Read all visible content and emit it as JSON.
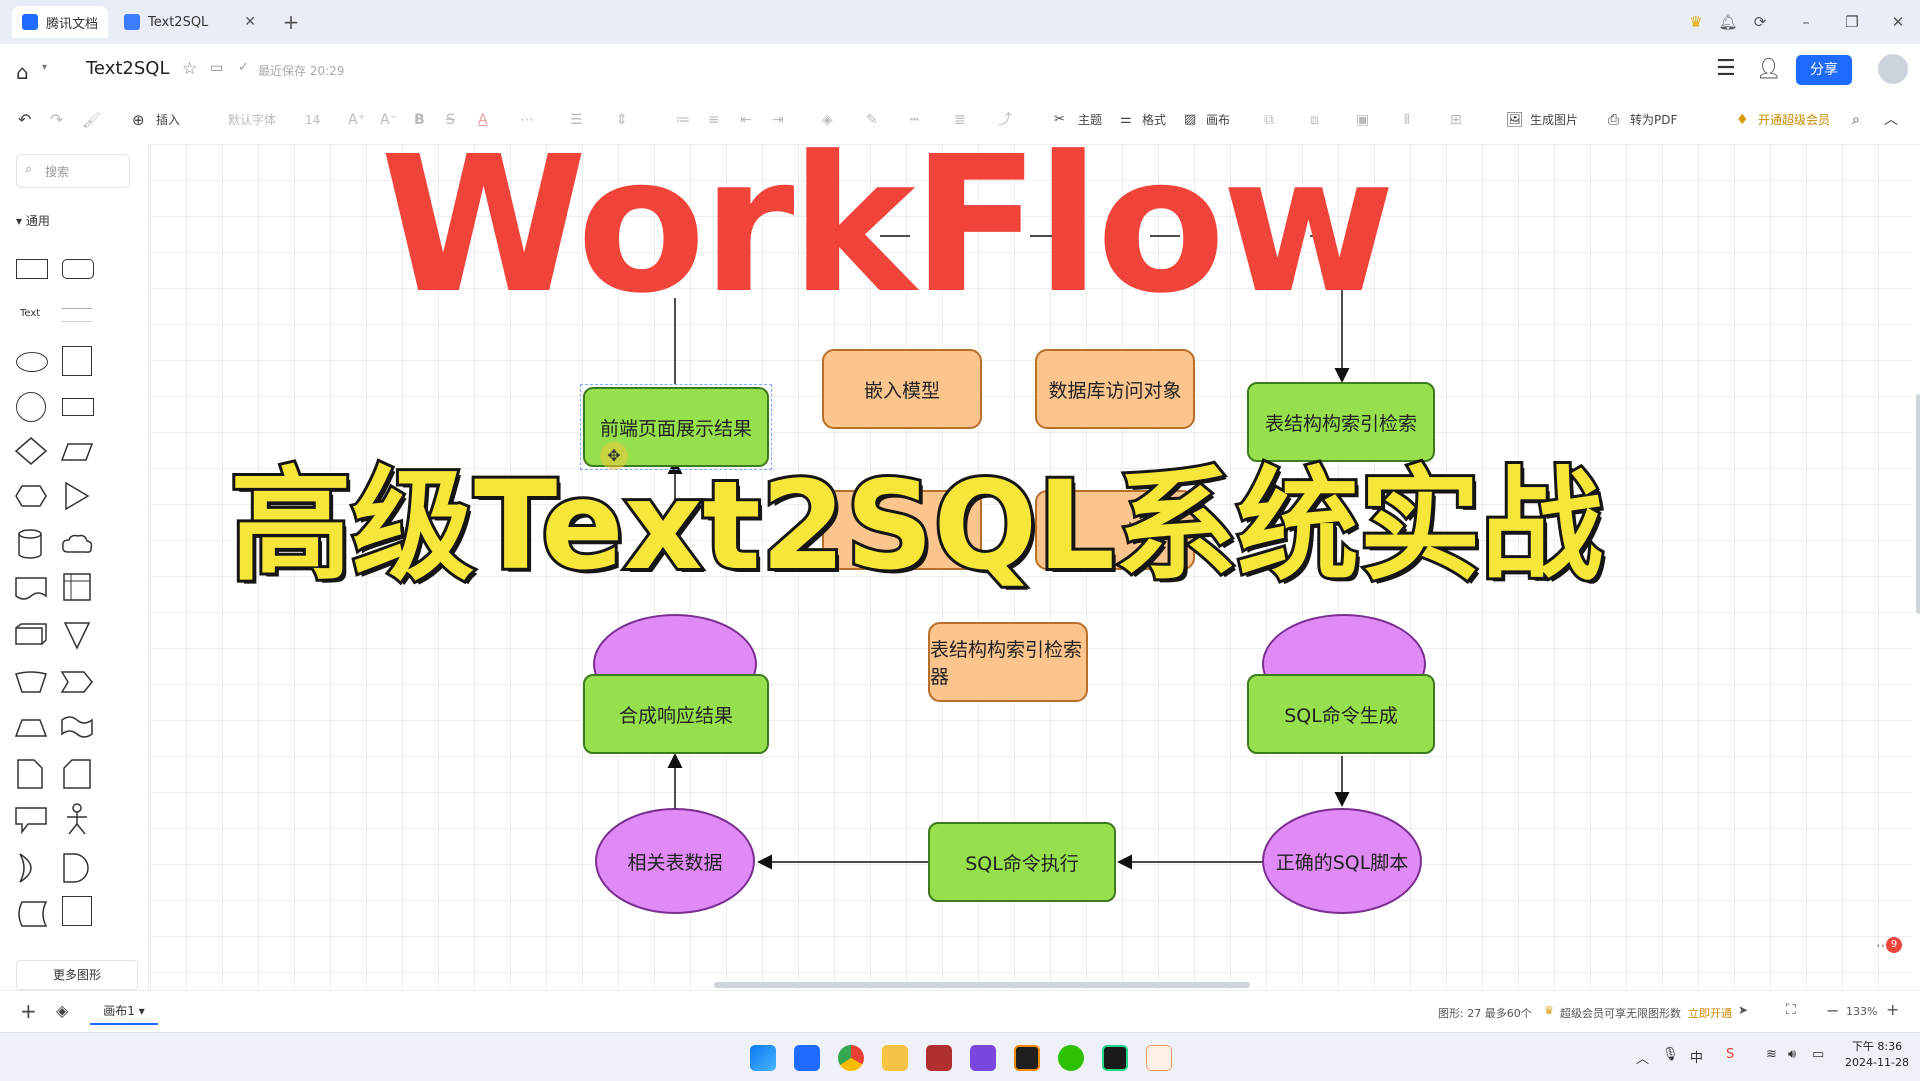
{
  "tabs": [
    {
      "label": "腾讯文档"
    },
    {
      "label": "Text2SQL"
    }
  ],
  "header": {
    "doc_title": "Text2SQL",
    "save_status": "最近保存 20:29",
    "share_label": "分享"
  },
  "toolbar": {
    "insert": "插入",
    "font": "默认字体",
    "font_size": "14",
    "theme": "主题",
    "format": "格式",
    "canvas": "画布",
    "gen_image": "生成图片",
    "to_pdf": "转为PDF",
    "vip": "开通超级会员"
  },
  "sidebar": {
    "search_placeholder": "搜索",
    "section": "通用",
    "text_shape": "Text",
    "more_shapes": "更多图形"
  },
  "diagram": {
    "nodes": {
      "frontend": "前端页面展示结果",
      "embed": "嵌入模型",
      "dao": "数据库访问对象",
      "schema_search": "表结构构索引检索",
      "schema_indexer": "表结构构索引检索器",
      "synth": "合成响应结果",
      "sqlgen": "SQL命令生成",
      "related": "相关表数据",
      "exec": "SQL命令执行",
      "script": "正确的SQL脚本",
      "partial": "检索器"
    }
  },
  "overlay": {
    "title_en": "WorkFlow",
    "title_cn": "高级Text2SQL系统实战"
  },
  "footer": {
    "page_tab": "画布1",
    "shape_count": "图形: 27 最多60个",
    "vip_tip": "超级会员可享无限图形数",
    "vip_link": "立即开通",
    "zoom": "133%",
    "notif_count": "9"
  },
  "taskbar": {
    "time_period": "下午",
    "time": "8:36",
    "date": "2024-11-28"
  }
}
